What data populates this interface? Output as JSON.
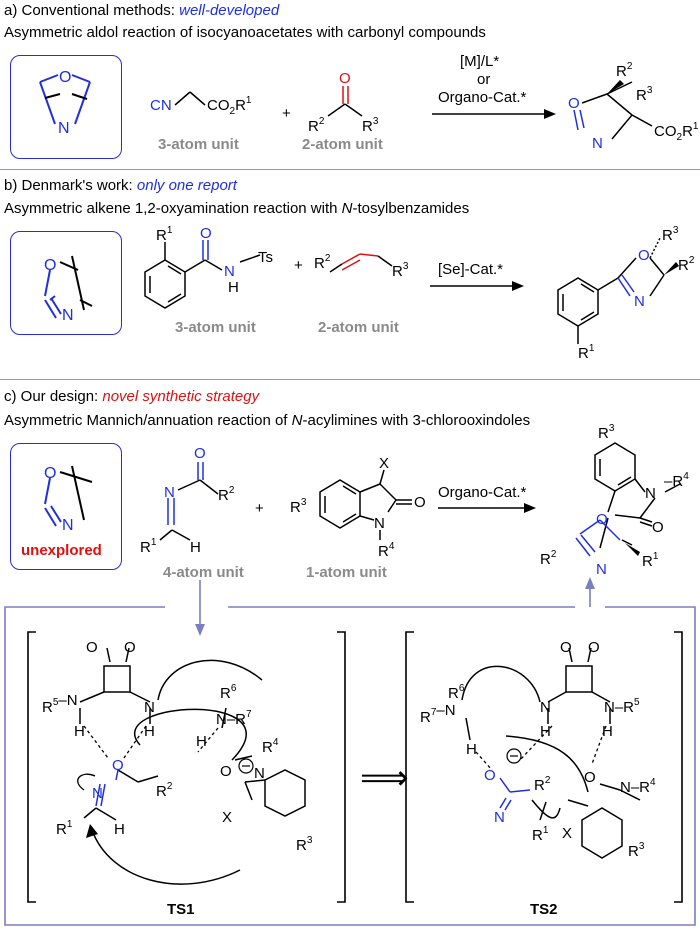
{
  "section_a": {
    "prefix": "a) Conventional methods: ",
    "highlight": "well-developed",
    "subtitle": "Asymmetric aldol reaction of isocyanoacetates with carbonyl compounds",
    "reagent1_label": "3-atom unit",
    "reagent2_label": "2-atom unit",
    "conditions_line1": "[M]/L*",
    "conditions_line2": "or",
    "conditions_line3": "Organo-Cat.*",
    "plus": "+"
  },
  "section_b": {
    "prefix": "b) Denmark's work: ",
    "highlight": "only one report",
    "subtitle_pre": "Asymmetric alkene 1,2-oxyamination reaction with ",
    "subtitle_it": "N",
    "subtitle_post": "-tosylbenzamides",
    "reagent1_label": "3-atom unit",
    "reagent2_label": "2-atom unit",
    "conditions": "[Se]-Cat.*",
    "plus": "+"
  },
  "section_c": {
    "prefix": "c) Our design: ",
    "highlight": "novel synthetic strategy",
    "subtitle_pre": "Asymmetric Mannich/annuation reaction of ",
    "subtitle_it1": "N",
    "subtitle_mid": "-acylimines with 3-chlorooxindoles",
    "box_label": "unexplored",
    "reagent1_label": "4-atom unit",
    "reagent2_label": "1-atom unit",
    "conditions": "Organo-Cat.*",
    "plus": "+"
  },
  "transition_states": {
    "ts1": "TS1",
    "ts2": "TS2",
    "arrow": "⟹"
  },
  "colors": {
    "accent_blue": "#1f2fe0",
    "highlight_red": "#e01010",
    "frame": "#7b7fc0",
    "divider": "#9a9a9a",
    "gray_label": "#8a8a8a"
  }
}
